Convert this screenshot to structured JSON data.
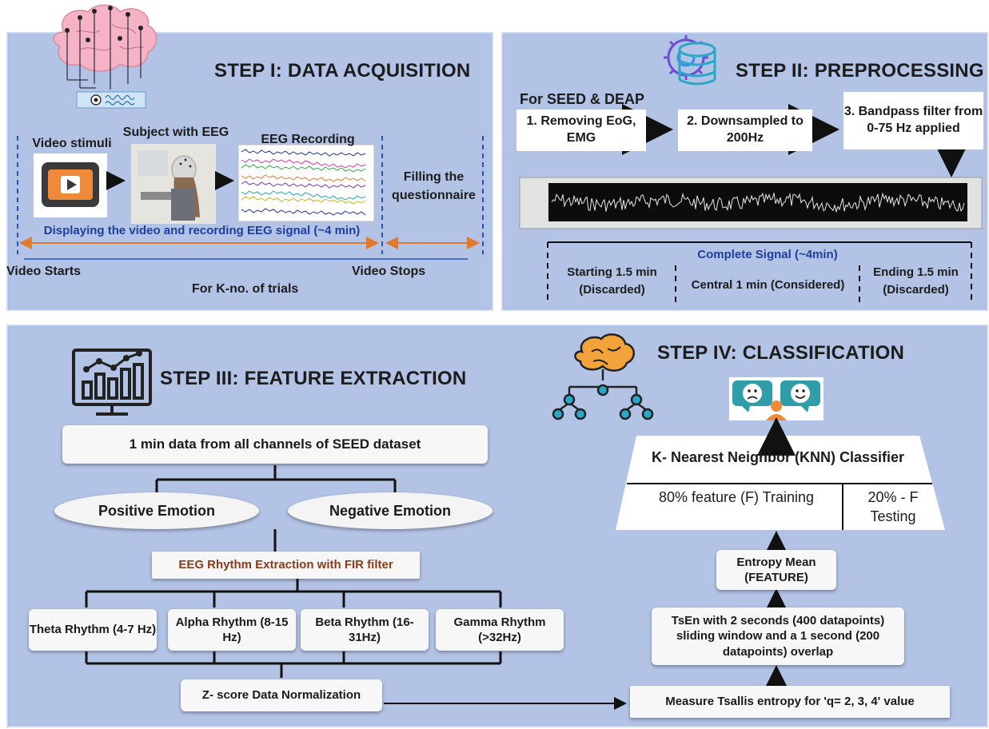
{
  "step1": {
    "title": "STEP I: DATA ACQUISITION",
    "video_stimuli": "Video stimuli",
    "subject_with_eeg": "Subject with EEG",
    "eeg_recording": "EEG Recording",
    "filling_questionnaire": "Filling the questionnaire",
    "displaying_text": "Displaying the video and recording EEG signal (~4 min)",
    "video_starts": "Video Starts",
    "video_stops": "Video Stops",
    "trials": "For K-no. of trials"
  },
  "step2": {
    "title": "STEP II: PREPROCESSING",
    "for_seed_deap": "For SEED & DEAP",
    "box1": "1. Removing EoG, EMG",
    "box2": "2. Downsampled to 200Hz",
    "box3": "3. Bandpass filter from 0-75 Hz applied",
    "complete_signal": "Complete Signal (~4min)",
    "starting": "Starting 1.5 min (Discarded)",
    "central": "Central 1 min (Considered)",
    "ending": "Ending 1.5 min (Discarded)"
  },
  "step3": {
    "title": "STEP III: FEATURE EXTRACTION",
    "data_box": "1 min data from all channels of SEED dataset",
    "positive": "Positive Emotion",
    "negative": "Negative Emotion",
    "rhythm_extraction": "EEG Rhythm Extraction with FIR filter",
    "theta": "Theta Rhythm (4-7 Hz)",
    "alpha": "Alpha Rhythm (8-15 Hz)",
    "beta": "Beta Rhythm (16-31Hz)",
    "gamma": "Gamma Rhythm (>32Hz)",
    "zscore": "Z- score Data Normalization"
  },
  "step4": {
    "title": "STEP IV: CLASSIFICATION",
    "knn": "K- Nearest Neighbor (KNN) Classifier",
    "training": "80% feature (F) Training",
    "testing": "20% - F Testing",
    "entropy_mean": "Entropy Mean (FEATURE)",
    "tsen": "TsEn with 2 seconds (400 datapoints) sliding window and a 1 second (200 datapoints) overlap",
    "tsallis": "Measure Tsallis entropy for 'q= 2, 3, 4' value"
  },
  "colors": {
    "panel_bg": "#b3c3e6",
    "accent_blue": "#1f3f9c",
    "accent_brown": "#8b3a1a",
    "arrow_orange": "#e07b2e",
    "icon_teal": "#2aa8c7"
  },
  "icons": [
    "brain-eeg-icon",
    "video-player-icon",
    "database-gear-icon",
    "bar-chart-monitor-icon",
    "brain-network-icon",
    "emotion-faces-icon"
  ]
}
